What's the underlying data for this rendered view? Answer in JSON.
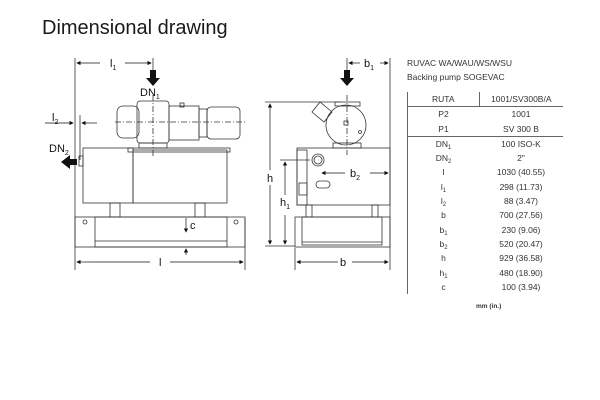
{
  "title": "Dimensional drawing",
  "caption": {
    "line1": "RUVAC WA/WAU/WS/WSU",
    "line2": "Backing pump SOGEVAC"
  },
  "table": {
    "header": {
      "label": "RUTA",
      "value": "1001/SV300B/A"
    },
    "pump_rows": [
      {
        "label": "P2",
        "sub": "",
        "value": "1001"
      },
      {
        "label": "P1",
        "sub": "",
        "value": "SV 300 B"
      }
    ],
    "dim_rows": [
      {
        "label": "DN",
        "sub": "1",
        "value": "100 ISO-K"
      },
      {
        "label": "DN",
        "sub": "2",
        "value": "2\""
      },
      {
        "label": "l",
        "sub": "",
        "value": "1030 (40.55)"
      },
      {
        "label": "l",
        "sub": "1",
        "value": "298 (11.73)"
      },
      {
        "label": "l",
        "sub": "2",
        "value": "88 (3.47)"
      },
      {
        "label": "b",
        "sub": "",
        "value": "700 (27.56)"
      },
      {
        "label": "b",
        "sub": "1",
        "value": "230 (9.06)"
      },
      {
        "label": "b",
        "sub": "2",
        "value": "520 (20.47)"
      },
      {
        "label": "h",
        "sub": "",
        "value": "929 (36.58)"
      },
      {
        "label": "h",
        "sub": "1",
        "value": "480 (18.90)"
      },
      {
        "label": "c",
        "sub": "",
        "value": "100 (3.94)"
      }
    ],
    "unit": "mm (in.)"
  },
  "drawing_labels": {
    "l": "l",
    "l1": "l",
    "l1_sub": "1",
    "l2": "l",
    "l2_sub": "2",
    "dn1": "DN",
    "dn1_sub": "1",
    "dn2": "DN",
    "dn2_sub": "2",
    "c": "c",
    "b": "b",
    "b1": "b",
    "b1_sub": "1",
    "b2": "b",
    "b2_sub": "2",
    "h": "h",
    "h1": "h",
    "h1_sub": "1"
  }
}
